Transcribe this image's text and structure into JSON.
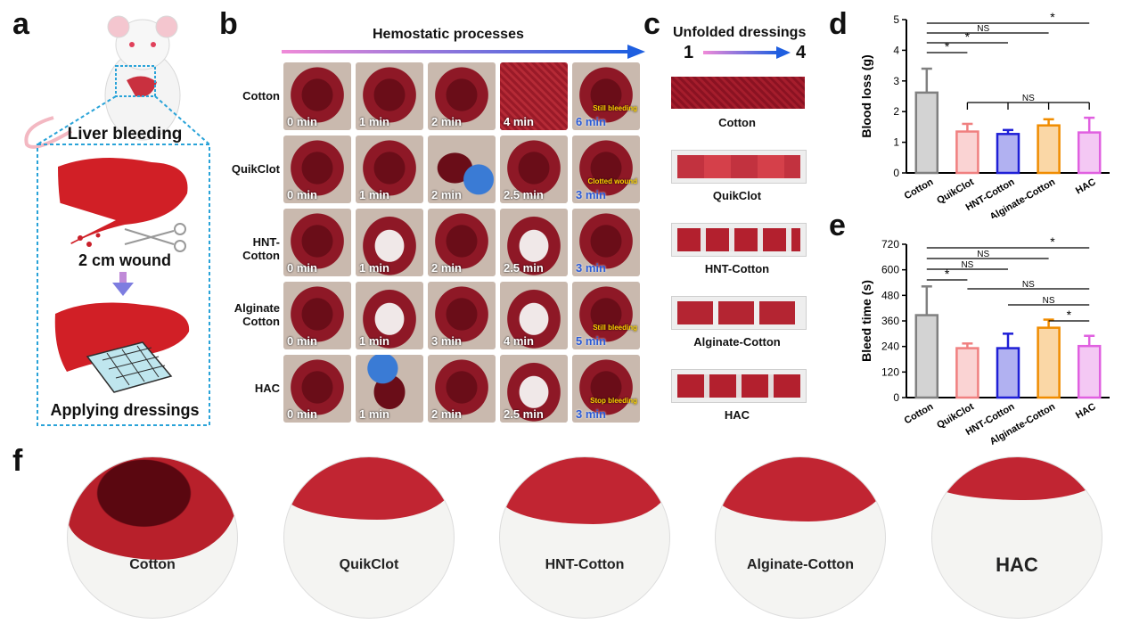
{
  "panels": {
    "a": "a",
    "b": "b",
    "c": "c",
    "d": "d",
    "e": "e",
    "f": "f"
  },
  "panel_a": {
    "liver_bleeding": "Liver bleeding",
    "wound": "2 cm wound",
    "applying": "Applying dressings"
  },
  "panel_b": {
    "title": "Hemostatic processes",
    "rows": [
      {
        "label": "Cotton",
        "times": [
          "0 min",
          "1 min",
          "2 min",
          "4 min",
          "6 min"
        ],
        "note": "Still bleeding"
      },
      {
        "label": "QuikClot",
        "times": [
          "0 min",
          "1 min",
          "2 min",
          "2.5 min",
          "3 min"
        ],
        "note": "Clotted wound"
      },
      {
        "label": "HNT-Cotton",
        "times": [
          "0 min",
          "1 min",
          "2 min",
          "2.5 min",
          "3 min"
        ],
        "note": ""
      },
      {
        "label": "Alginate\nCotton",
        "times": [
          "0 min",
          "1 min",
          "3 min",
          "4 min",
          "5 min"
        ],
        "note": "Still bleeding"
      },
      {
        "label": "HAC",
        "times": [
          "0 min",
          "1 min",
          "2 min",
          "2.5 min",
          "3 min"
        ],
        "note": "Stop bleeding"
      }
    ]
  },
  "panel_c": {
    "title": "Unfolded dressings",
    "start": "1",
    "end": "4",
    "labels": [
      "Cotton",
      "QuikClot",
      "HNT-Cotton",
      "Alginate-Cotton",
      "HAC"
    ]
  },
  "panel_f": {
    "labels": [
      "Cotton",
      "QuikClot",
      "HNT-Cotton",
      "Alginate-Cotton",
      "HAC"
    ]
  },
  "colors": {
    "Cotton": "#808080",
    "QuikClot": "#f08080",
    "HNT-Cotton": "#1f1fd6",
    "Alginate-Cotton": "#f08c00",
    "HAC": "#e060e0"
  },
  "chart_data": [
    {
      "type": "bar",
      "ylabel": "Blood loss (g)",
      "categories": [
        "Cotton",
        "QuikClot",
        "HNT-Cotton",
        "Alginate-Cotton",
        "HAC"
      ],
      "values": [
        2.62,
        1.35,
        1.27,
        1.55,
        1.32
      ],
      "errors": [
        0.78,
        0.25,
        0.13,
        0.2,
        0.48
      ],
      "ylim": [
        0,
        5
      ],
      "yticks": [
        0,
        1,
        2,
        3,
        4,
        5
      ],
      "significance": [
        {
          "from": 0,
          "to": 4,
          "label": "*"
        },
        {
          "from": 0,
          "to": 3,
          "label": "NS"
        },
        {
          "from": 0,
          "to": 2,
          "label": "*"
        },
        {
          "from": 0,
          "to": 1,
          "label": "*"
        },
        {
          "from": 1,
          "to": 4,
          "label": "NS",
          "bracket": true
        }
      ]
    },
    {
      "type": "bar",
      "ylabel": "Bleed time (s)",
      "categories": [
        "Cotton",
        "QuikClot",
        "HNT-Cotton",
        "Alginate-Cotton",
        "HAC"
      ],
      "values": [
        387,
        232,
        232,
        328,
        242
      ],
      "errors": [
        135,
        22,
        68,
        38,
        48
      ],
      "ylim": [
        0,
        720
      ],
      "yticks": [
        0,
        120,
        240,
        360,
        480,
        600,
        720
      ],
      "significance": [
        {
          "from": 0,
          "to": 4,
          "label": "*"
        },
        {
          "from": 0,
          "to": 3,
          "label": "NS"
        },
        {
          "from": 0,
          "to": 2,
          "label": "NS"
        },
        {
          "from": 0,
          "to": 1,
          "label": "*"
        },
        {
          "from": 1,
          "to": 4,
          "label": "NS"
        },
        {
          "from": 2,
          "to": 4,
          "label": "NS"
        },
        {
          "from": 3,
          "to": 4,
          "label": "*"
        }
      ]
    }
  ]
}
